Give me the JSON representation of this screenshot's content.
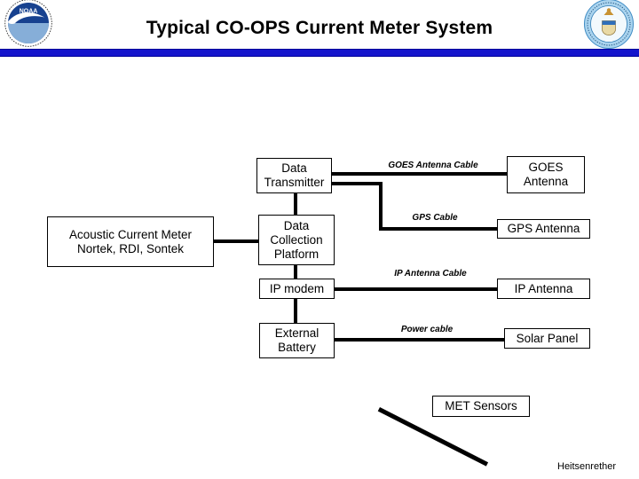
{
  "header": {
    "title": "Typical CO-OPS Current Meter System",
    "noaa_logo_text": "NOAA",
    "bar_color": "#1414CC"
  },
  "diagram": {
    "nodes": {
      "acoustic": "Acoustic Current Meter\nNortek, RDI, Sontek",
      "data_transmitter": "Data\nTransmitter",
      "data_collection_platform": "Data\nCollection\nPlatform",
      "ip_modem": "IP modem",
      "external_battery": "External\nBattery",
      "goes_antenna": "GOES\nAntenna",
      "gps_antenna": "GPS Antenna",
      "ip_antenna": "IP Antenna",
      "solar_panel": "Solar Panel",
      "met_sensors": "MET Sensors"
    },
    "cables": {
      "goes": "GOES Antenna Cable",
      "gps": "GPS Cable",
      "ip": "IP Antenna Cable",
      "power": "Power cable"
    },
    "line_color": "#000000"
  },
  "footer": {
    "credit": "Heitsenrether"
  }
}
